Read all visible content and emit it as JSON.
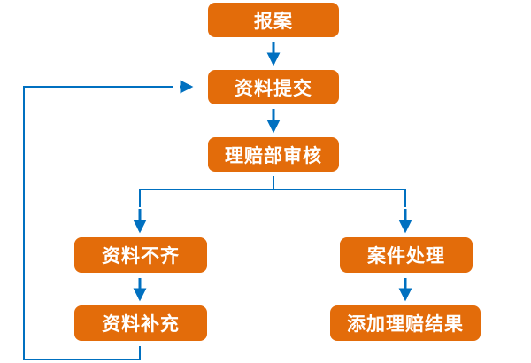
{
  "colors": {
    "node_fill": "#e36c0a",
    "node_text": "#ffffff",
    "connector": "#0070c0",
    "background": "#ffffff"
  },
  "nodes": {
    "report": {
      "label": "报案"
    },
    "submit": {
      "label": "资料提交"
    },
    "review": {
      "label": "理赔部审核"
    },
    "incomplete": {
      "label": "资料不齐"
    },
    "supplement": {
      "label": "资料补充"
    },
    "process": {
      "label": "案件处理"
    },
    "result": {
      "label": "添加理赔结果"
    }
  },
  "edges": [
    {
      "from": "report",
      "to": "submit"
    },
    {
      "from": "submit",
      "to": "review"
    },
    {
      "from": "review",
      "to": "incomplete"
    },
    {
      "from": "review",
      "to": "process"
    },
    {
      "from": "incomplete",
      "to": "supplement"
    },
    {
      "from": "process",
      "to": "result"
    },
    {
      "from": "supplement",
      "to": "submit",
      "type": "loop-back"
    }
  ]
}
